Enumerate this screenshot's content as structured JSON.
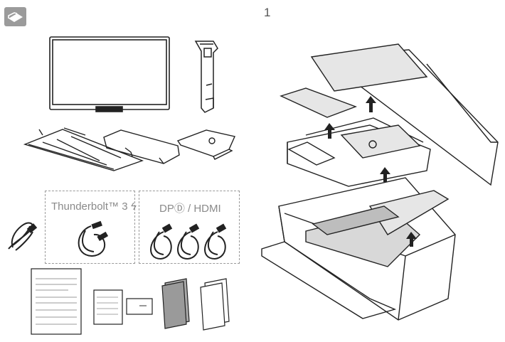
{
  "step": {
    "number": "1"
  },
  "cables": {
    "thunderbolt_label": "Thunderbolt™ 3",
    "dp_hdmi_label": "DPⒹ / HDMI"
  },
  "icons": {
    "unbox": "open-box-icon",
    "thunderbolt": "lightning-bolt-icon",
    "arrows": "up-arrow-icon"
  }
}
